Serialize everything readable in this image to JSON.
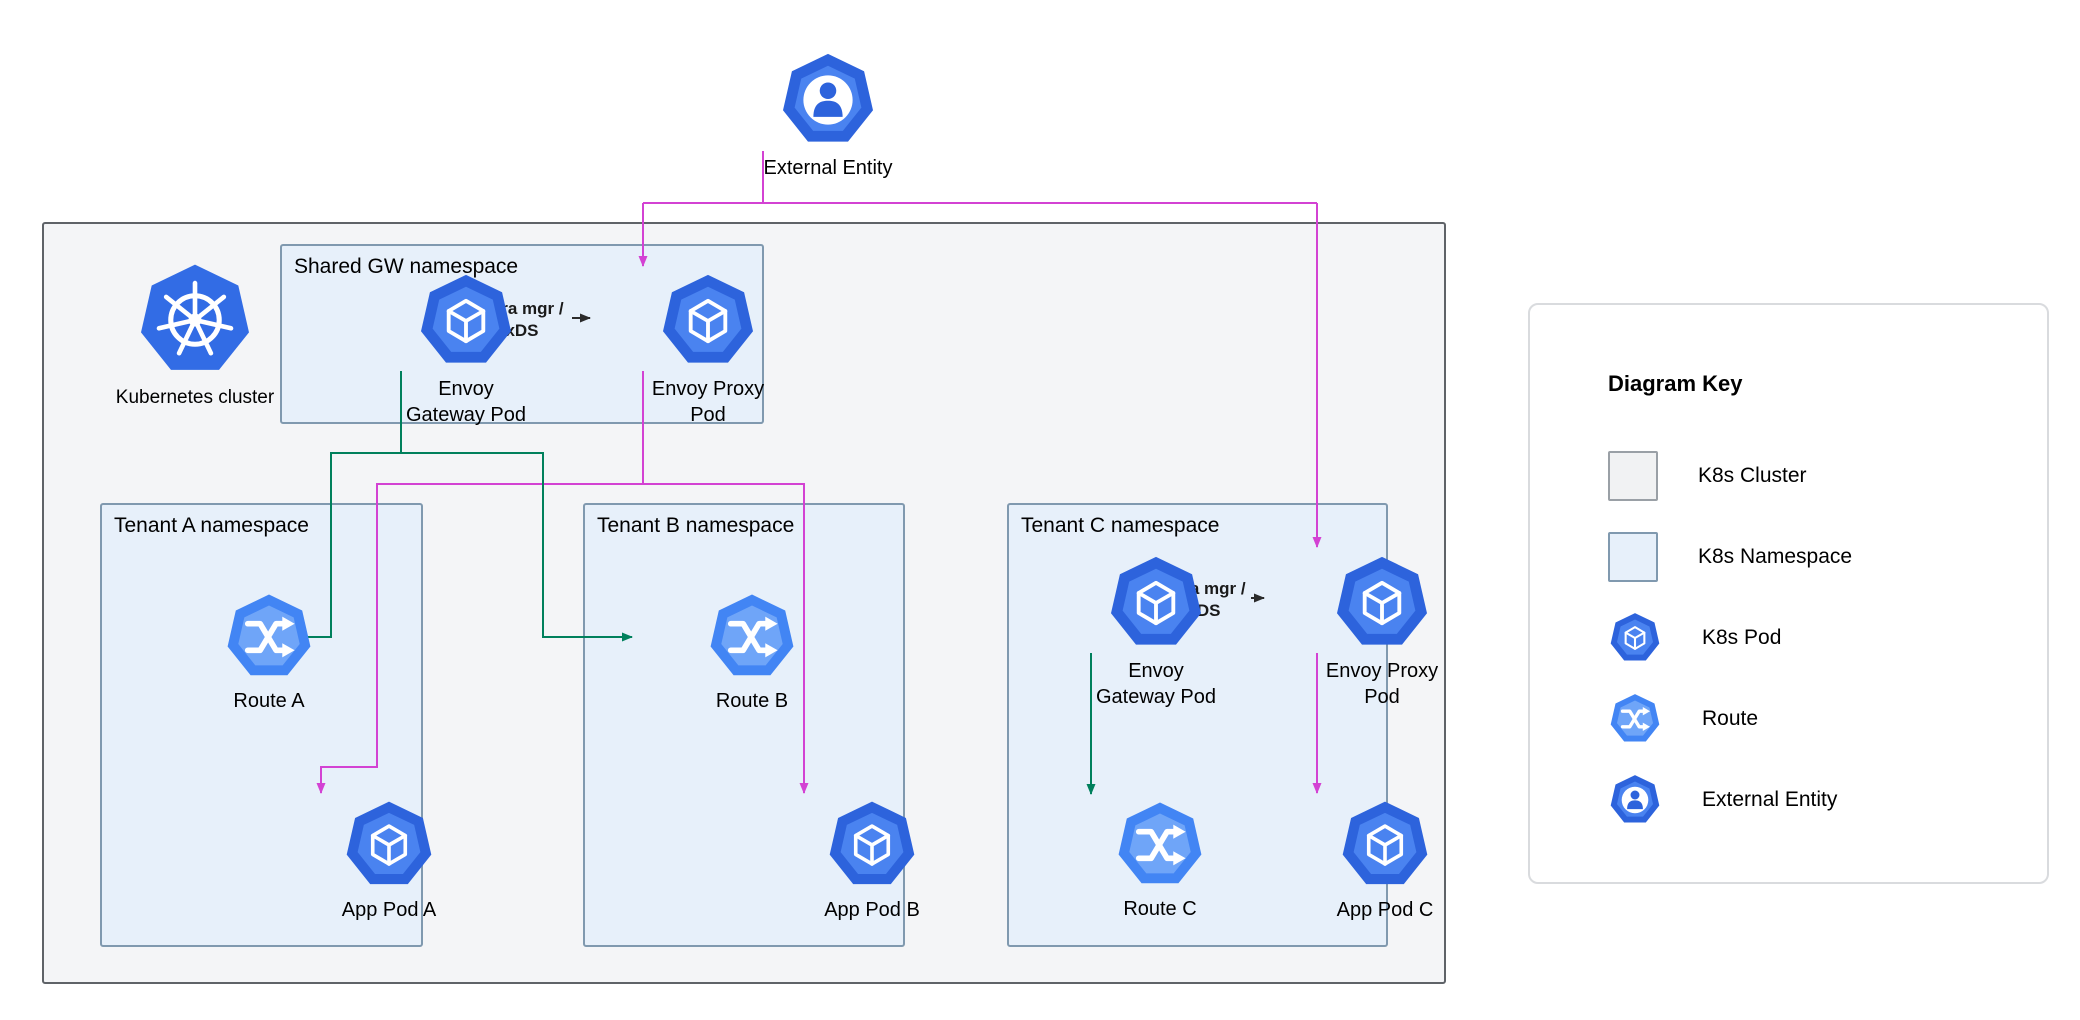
{
  "colors": {
    "pod_blue": "#2D63DC",
    "pod_blue_light": "#4A83F0",
    "route_blue": "#4285F4",
    "route_blue_light": "#6FA5F8",
    "k8s_blue": "#326CE5",
    "traffic_magenta": "#D342D3",
    "control_green": "#00805C",
    "cluster_fill": "#F4F5F7",
    "cluster_border": "#5F6368",
    "namespace_fill": "#E7F0FA",
    "namespace_border": "#8099AF"
  },
  "external_entity": {
    "label": "External Entity"
  },
  "cluster": {
    "label": "Kubernetes cluster"
  },
  "namespaces": {
    "shared": {
      "title": "Shared GW namespace"
    },
    "tenant_a": {
      "title": "Tenant A namespace"
    },
    "tenant_b": {
      "title": "Tenant B namespace"
    },
    "tenant_c": {
      "title": "Tenant C namespace"
    }
  },
  "nodes": {
    "shared_gateway": {
      "label": "Envoy\nGateway Pod"
    },
    "shared_proxy": {
      "label": "Envoy Proxy\nPod"
    },
    "route_a": {
      "label": "Route A"
    },
    "app_pod_a": {
      "label": "App Pod A"
    },
    "route_b": {
      "label": "Route B"
    },
    "app_pod_b": {
      "label": "App Pod B"
    },
    "tenant_c_gateway": {
      "label": "Envoy\nGateway Pod"
    },
    "tenant_c_proxy": {
      "label": "Envoy Proxy\nPod"
    },
    "route_c": {
      "label": "Route C"
    },
    "app_pod_c": {
      "label": "App Pod C"
    }
  },
  "edge_labels": {
    "shared_xds": "Infra mgr /\nxDS",
    "tenant_c_xds": "Infra mgr /\nxDS"
  },
  "key": {
    "title": "Diagram Key",
    "items": [
      {
        "swatch": "cluster",
        "label": "K8s Cluster"
      },
      {
        "swatch": "namespace",
        "label": "K8s Namespace"
      },
      {
        "swatch": "pod",
        "label": "K8s Pod"
      },
      {
        "swatch": "route",
        "label": "Route"
      },
      {
        "swatch": "external",
        "label": "External Entity"
      }
    ]
  }
}
